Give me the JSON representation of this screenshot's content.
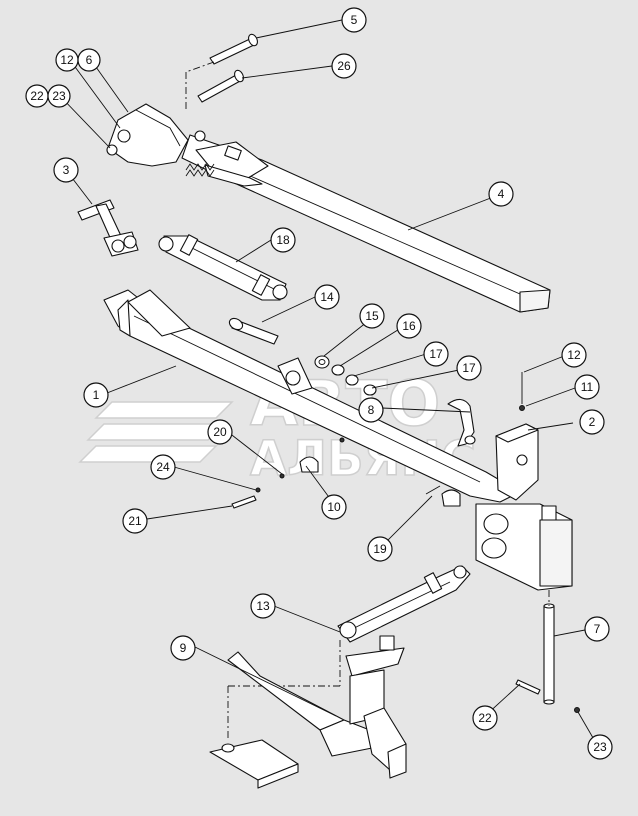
{
  "watermark": {
    "line1": "АВТО",
    "line2": "АЛЬЯНС"
  },
  "callouts": [
    {
      "id": "c5",
      "label": "5"
    },
    {
      "id": "c26",
      "label": "26"
    },
    {
      "id": "c12a",
      "label": "12"
    },
    {
      "id": "c6",
      "label": "6"
    },
    {
      "id": "c22a",
      "label": "22"
    },
    {
      "id": "c23a",
      "label": "23"
    },
    {
      "id": "c3",
      "label": "3"
    },
    {
      "id": "c4",
      "label": "4"
    },
    {
      "id": "c18",
      "label": "18"
    },
    {
      "id": "c14",
      "label": "14"
    },
    {
      "id": "c15",
      "label": "15"
    },
    {
      "id": "c16",
      "label": "16"
    },
    {
      "id": "c17a",
      "label": "17"
    },
    {
      "id": "c17b",
      "label": "17"
    },
    {
      "id": "c12b",
      "label": "12"
    },
    {
      "id": "c11",
      "label": "11"
    },
    {
      "id": "c1",
      "label": "1"
    },
    {
      "id": "c8",
      "label": "8"
    },
    {
      "id": "c2",
      "label": "2"
    },
    {
      "id": "c20",
      "label": "20"
    },
    {
      "id": "c24",
      "label": "24"
    },
    {
      "id": "c10",
      "label": "10"
    },
    {
      "id": "c21",
      "label": "21"
    },
    {
      "id": "c19",
      "label": "19"
    },
    {
      "id": "c13",
      "label": "13"
    },
    {
      "id": "c7",
      "label": "7"
    },
    {
      "id": "c9",
      "label": "9"
    },
    {
      "id": "c22b",
      "label": "22"
    },
    {
      "id": "c23b",
      "label": "23"
    }
  ]
}
